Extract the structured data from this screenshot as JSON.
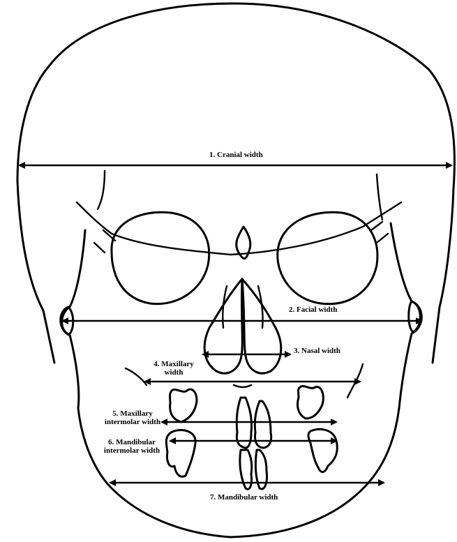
{
  "labels": {
    "cranial_width": "1. Cranial width",
    "facial_width": "2. Facial width",
    "nasal_width": "3. Nasal width",
    "maxillary_width_line1": "4. Maxillary",
    "maxillary_width_line2": "width",
    "maxillary_intermolar_line1": "5. Maxillary",
    "maxillary_intermolar_line2": "intermolar width",
    "mandibular_intermolar_line1": "6. Mandibular",
    "mandibular_intermolar_line2": "intermolar width",
    "mandibular_width": "7. Mandibular width"
  },
  "colors": {
    "ink": "#000000",
    "background": "#ffffff"
  }
}
